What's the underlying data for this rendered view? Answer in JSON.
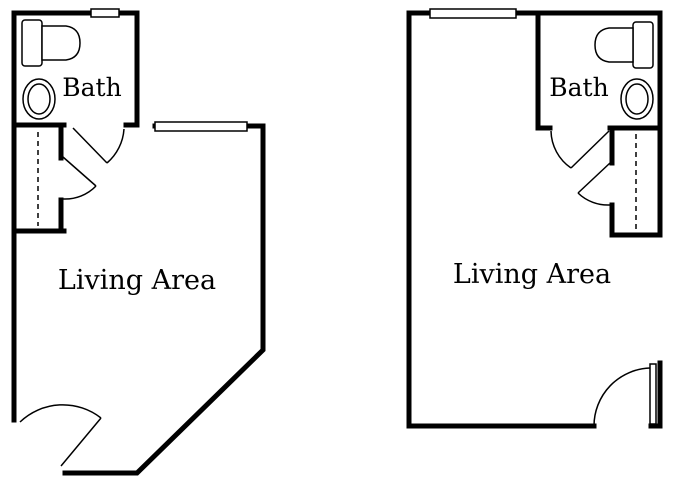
{
  "plans": [
    {
      "id": "plan-a",
      "labels": {
        "bath": "Bath",
        "living": "Living Area"
      }
    },
    {
      "id": "plan-b",
      "labels": {
        "bath": "Bath",
        "living": "Living Area"
      }
    }
  ]
}
